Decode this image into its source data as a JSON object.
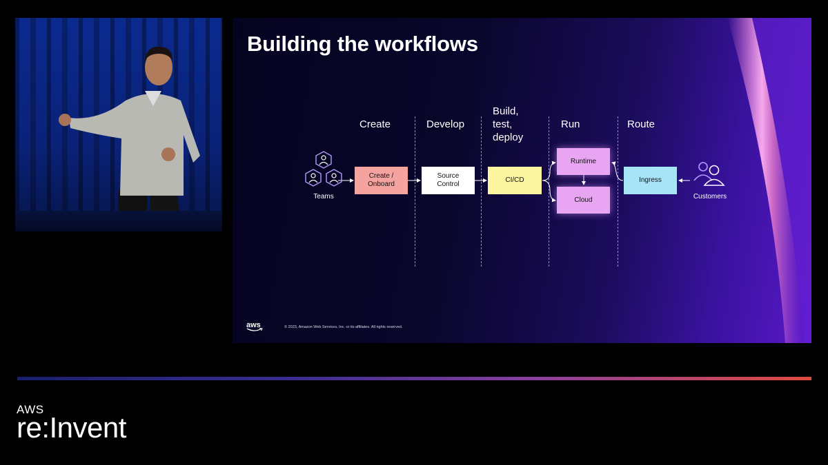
{
  "slide": {
    "title": "Building the workflows",
    "columns": [
      {
        "label": "Create"
      },
      {
        "label": "Develop"
      },
      {
        "label": "Build,\ntest,\ndeploy"
      },
      {
        "label": "Run"
      },
      {
        "label": "Route"
      }
    ],
    "nodes": {
      "teams": "Teams",
      "create_onboard": "Create /\nOnboard",
      "source_control": "Source\nControl",
      "cicd": "CI/CD",
      "runtime": "Runtime",
      "cloud": "Cloud",
      "ingress": "Ingress",
      "customers": "Customers"
    },
    "colors": {
      "create_onboard": "#f5a3a0",
      "source_control": "#ffffff",
      "cicd": "#fbf5a0",
      "runtime": "#e8a6f2",
      "cloud": "#e8a6f2",
      "ingress": "#a8e4f8",
      "icon_purple": "#b69cff"
    },
    "footer": {
      "logo": "aws",
      "copyright": "© 2023, Amazon Web Services, Inc. or its affiliates. All rights reserved."
    }
  },
  "branding": {
    "aws": "AWS",
    "event": "re:Invent"
  }
}
